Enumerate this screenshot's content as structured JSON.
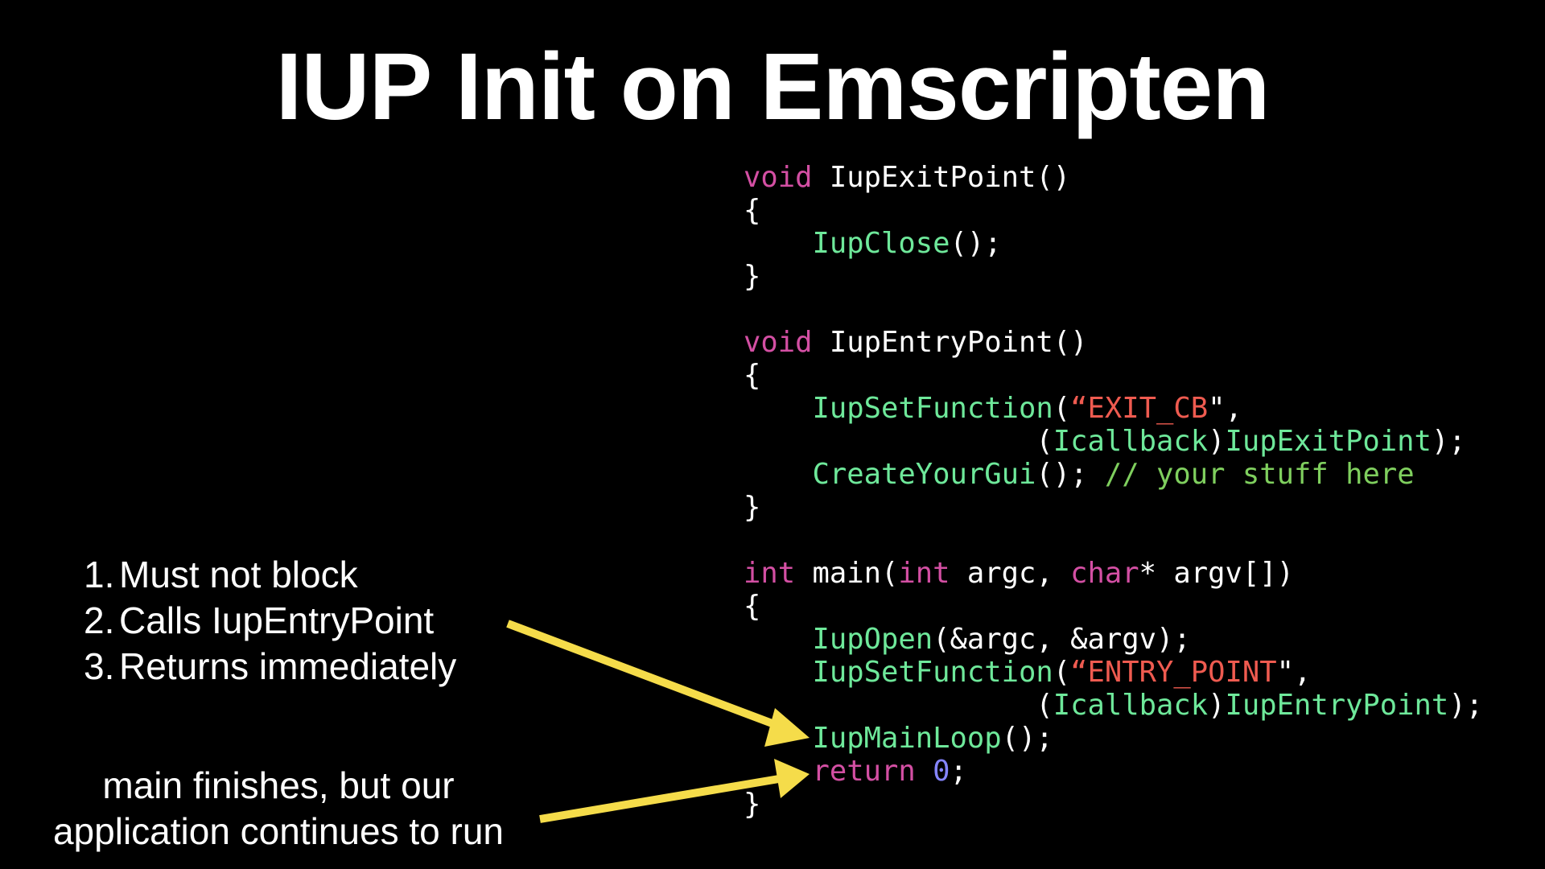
{
  "title": "IUP Init on Emscripten",
  "list": [
    {
      "num": "1.",
      "text": "Must not block"
    },
    {
      "num": "2.",
      "text": "Calls IupEntryPoint"
    },
    {
      "num": "3.",
      "text": "Returns immediately"
    }
  ],
  "note": [
    "main finishes, but our",
    "application continues to run"
  ],
  "colors": {
    "keyword": "#d34fa3",
    "function": "#6ee89a",
    "string": "#ef5b50",
    "comment": "#7fcf5e",
    "number": "#8585ff",
    "arrow": "#f5dc4a"
  },
  "code": [
    [
      [
        "kw",
        "void"
      ],
      [
        "pl",
        " IupExitPoint()"
      ]
    ],
    [
      [
        "pl",
        "{"
      ]
    ],
    [
      [
        "pl",
        "    "
      ],
      [
        "fn",
        "IupClose"
      ],
      [
        "pl",
        "();"
      ]
    ],
    [
      [
        "pl",
        "}"
      ]
    ],
    [],
    [
      [
        "kw",
        "void"
      ],
      [
        "pl",
        " IupEntryPoint()"
      ]
    ],
    [
      [
        "pl",
        "{"
      ]
    ],
    [
      [
        "pl",
        "    "
      ],
      [
        "fn",
        "IupSetFunction"
      ],
      [
        "pl",
        "("
      ],
      [
        "str",
        "“EXIT_CB"
      ],
      [
        "pl",
        "\","
      ]
    ],
    [
      [
        "pl",
        "                 ("
      ],
      [
        "fn",
        "Icallback"
      ],
      [
        "pl",
        ")"
      ],
      [
        "fn",
        "IupExitPoint"
      ],
      [
        "pl",
        ");"
      ]
    ],
    [
      [
        "pl",
        "    "
      ],
      [
        "fn",
        "CreateYourGui"
      ],
      [
        "pl",
        "(); "
      ],
      [
        "cm",
        "// your stuff here"
      ]
    ],
    [
      [
        "pl",
        "}"
      ]
    ],
    [],
    [
      [
        "kw",
        "int"
      ],
      [
        "pl",
        " main("
      ],
      [
        "kw",
        "int"
      ],
      [
        "pl",
        " argc, "
      ],
      [
        "kw",
        "char"
      ],
      [
        "pl",
        "* argv[])"
      ]
    ],
    [
      [
        "pl",
        "{"
      ]
    ],
    [
      [
        "pl",
        "    "
      ],
      [
        "fn",
        "IupOpen"
      ],
      [
        "pl",
        "(&argc, &argv);"
      ]
    ],
    [
      [
        "pl",
        "    "
      ],
      [
        "fn",
        "IupSetFunction"
      ],
      [
        "pl",
        "("
      ],
      [
        "str",
        "“ENTRY_POINT"
      ],
      [
        "pl",
        "\","
      ]
    ],
    [
      [
        "pl",
        "                 ("
      ],
      [
        "fn",
        "Icallback"
      ],
      [
        "pl",
        ")"
      ],
      [
        "fn",
        "IupEntryPoint"
      ],
      [
        "pl",
        ");"
      ]
    ],
    [
      [
        "pl",
        "    "
      ],
      [
        "fn",
        "IupMainLoop"
      ],
      [
        "pl",
        "();"
      ]
    ],
    [
      [
        "pl",
        "    "
      ],
      [
        "kw",
        "return"
      ],
      [
        "pl",
        " "
      ],
      [
        "num",
        "0"
      ],
      [
        "pl",
        ";"
      ]
    ],
    [
      [
        "pl",
        "}"
      ]
    ]
  ]
}
